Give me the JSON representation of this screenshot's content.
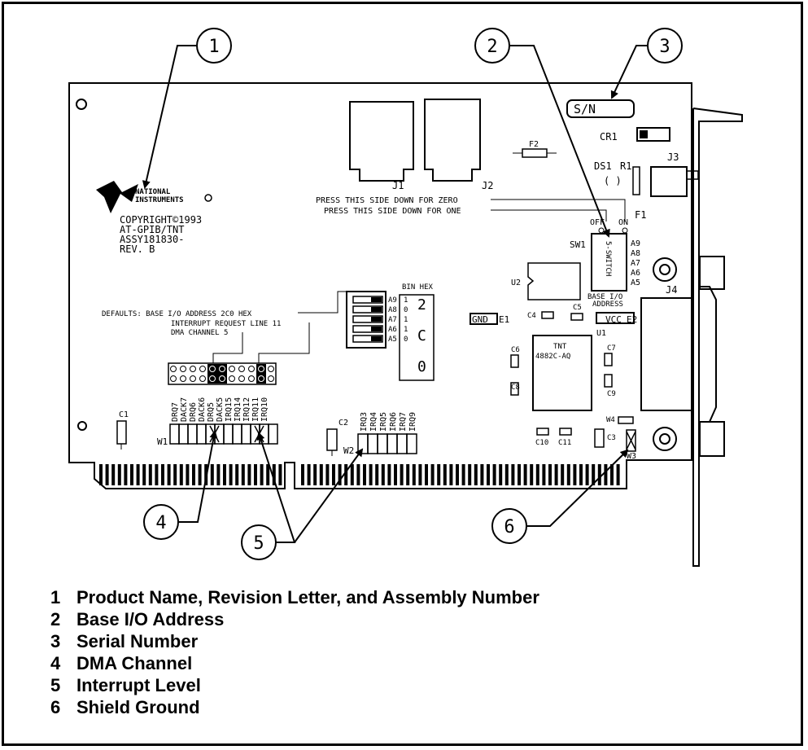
{
  "board": {
    "logo_line1": "NATIONAL",
    "logo_line2": "INSTRUMENTS",
    "copyright": "COPYRIGHT©1993",
    "model": "AT-GPIB/TNT",
    "assembly": "ASSY181830-",
    "revision": "REV. B",
    "serial_box": "S/N",
    "press_zero": "PRESS THIS SIDE DOWN FOR ZERO",
    "press_one": "PRESS THIS SIDE DOWN FOR ONE",
    "defaults_1": "DEFAULTS: BASE I/O ADDRESS 2C0 HEX",
    "defaults_2": "INTERRUPT REQUEST LINE 11",
    "defaults_3": "DMA CHANNEL 5",
    "bin_hex": "BIN HEX",
    "hex_digit": "2",
    "hex_digit2": "C",
    "hex_digit3": "0",
    "switch_label": "5-SWITCH",
    "base_io_1": "BASE I/O",
    "base_io_2": "ADDRESS",
    "chip_1": "TNT",
    "chip_2": "4882C-AQ",
    "off": "OFF",
    "on": "ON",
    "gnd": "GND",
    "vcc": "VCC",
    "components": {
      "j1": "J1",
      "j2": "J2",
      "j3": "J3",
      "j4": "J4",
      "f1": "F1",
      "f2": "F2",
      "cr1": "CR1",
      "ds1": "DS1",
      "r1": "R1",
      "sw1": "SW1",
      "u1": "U1",
      "u2": "U2",
      "e1": "E1",
      "e2": "E2",
      "c1": "C1",
      "c2": "C2",
      "c3": "C3",
      "c4": "C4",
      "c5": "C5",
      "c6": "C6",
      "c7": "C7",
      "c8": "C8",
      "c9": "C9",
      "c10": "C10",
      "c11": "C11",
      "w1": "W1",
      "w2": "W2",
      "w3": "W3",
      "w4": "W4"
    },
    "switch_bits": [
      "A9",
      "A8",
      "A7",
      "A6",
      "A5"
    ],
    "switch_values": [
      "1",
      "0",
      "1",
      "1",
      "0"
    ],
    "w1_labels": [
      "DRQ7",
      "DACK7",
      "DRQ6",
      "DACK6",
      "DRQ5",
      "DACK5",
      "IRQ15",
      "IRQ14",
      "IRQ12",
      "IRQ11",
      "IRQ10"
    ],
    "w2_labels": [
      "IRQ3",
      "IRQ4",
      "IRQ5",
      "IRQ6",
      "IRQ7",
      "IRQ9"
    ]
  },
  "callouts": [
    "1",
    "2",
    "3",
    "4",
    "5",
    "6"
  ],
  "legend": [
    {
      "num": "1",
      "text": "Product Name, Revision Letter, and Assembly Number"
    },
    {
      "num": "2",
      "text": "Base I/O Address"
    },
    {
      "num": "3",
      "text": "Serial Number"
    },
    {
      "num": "4",
      "text": "DMA Channel"
    },
    {
      "num": "5",
      "text": "Interrupt Level"
    },
    {
      "num": "6",
      "text": "Shield Ground"
    }
  ]
}
